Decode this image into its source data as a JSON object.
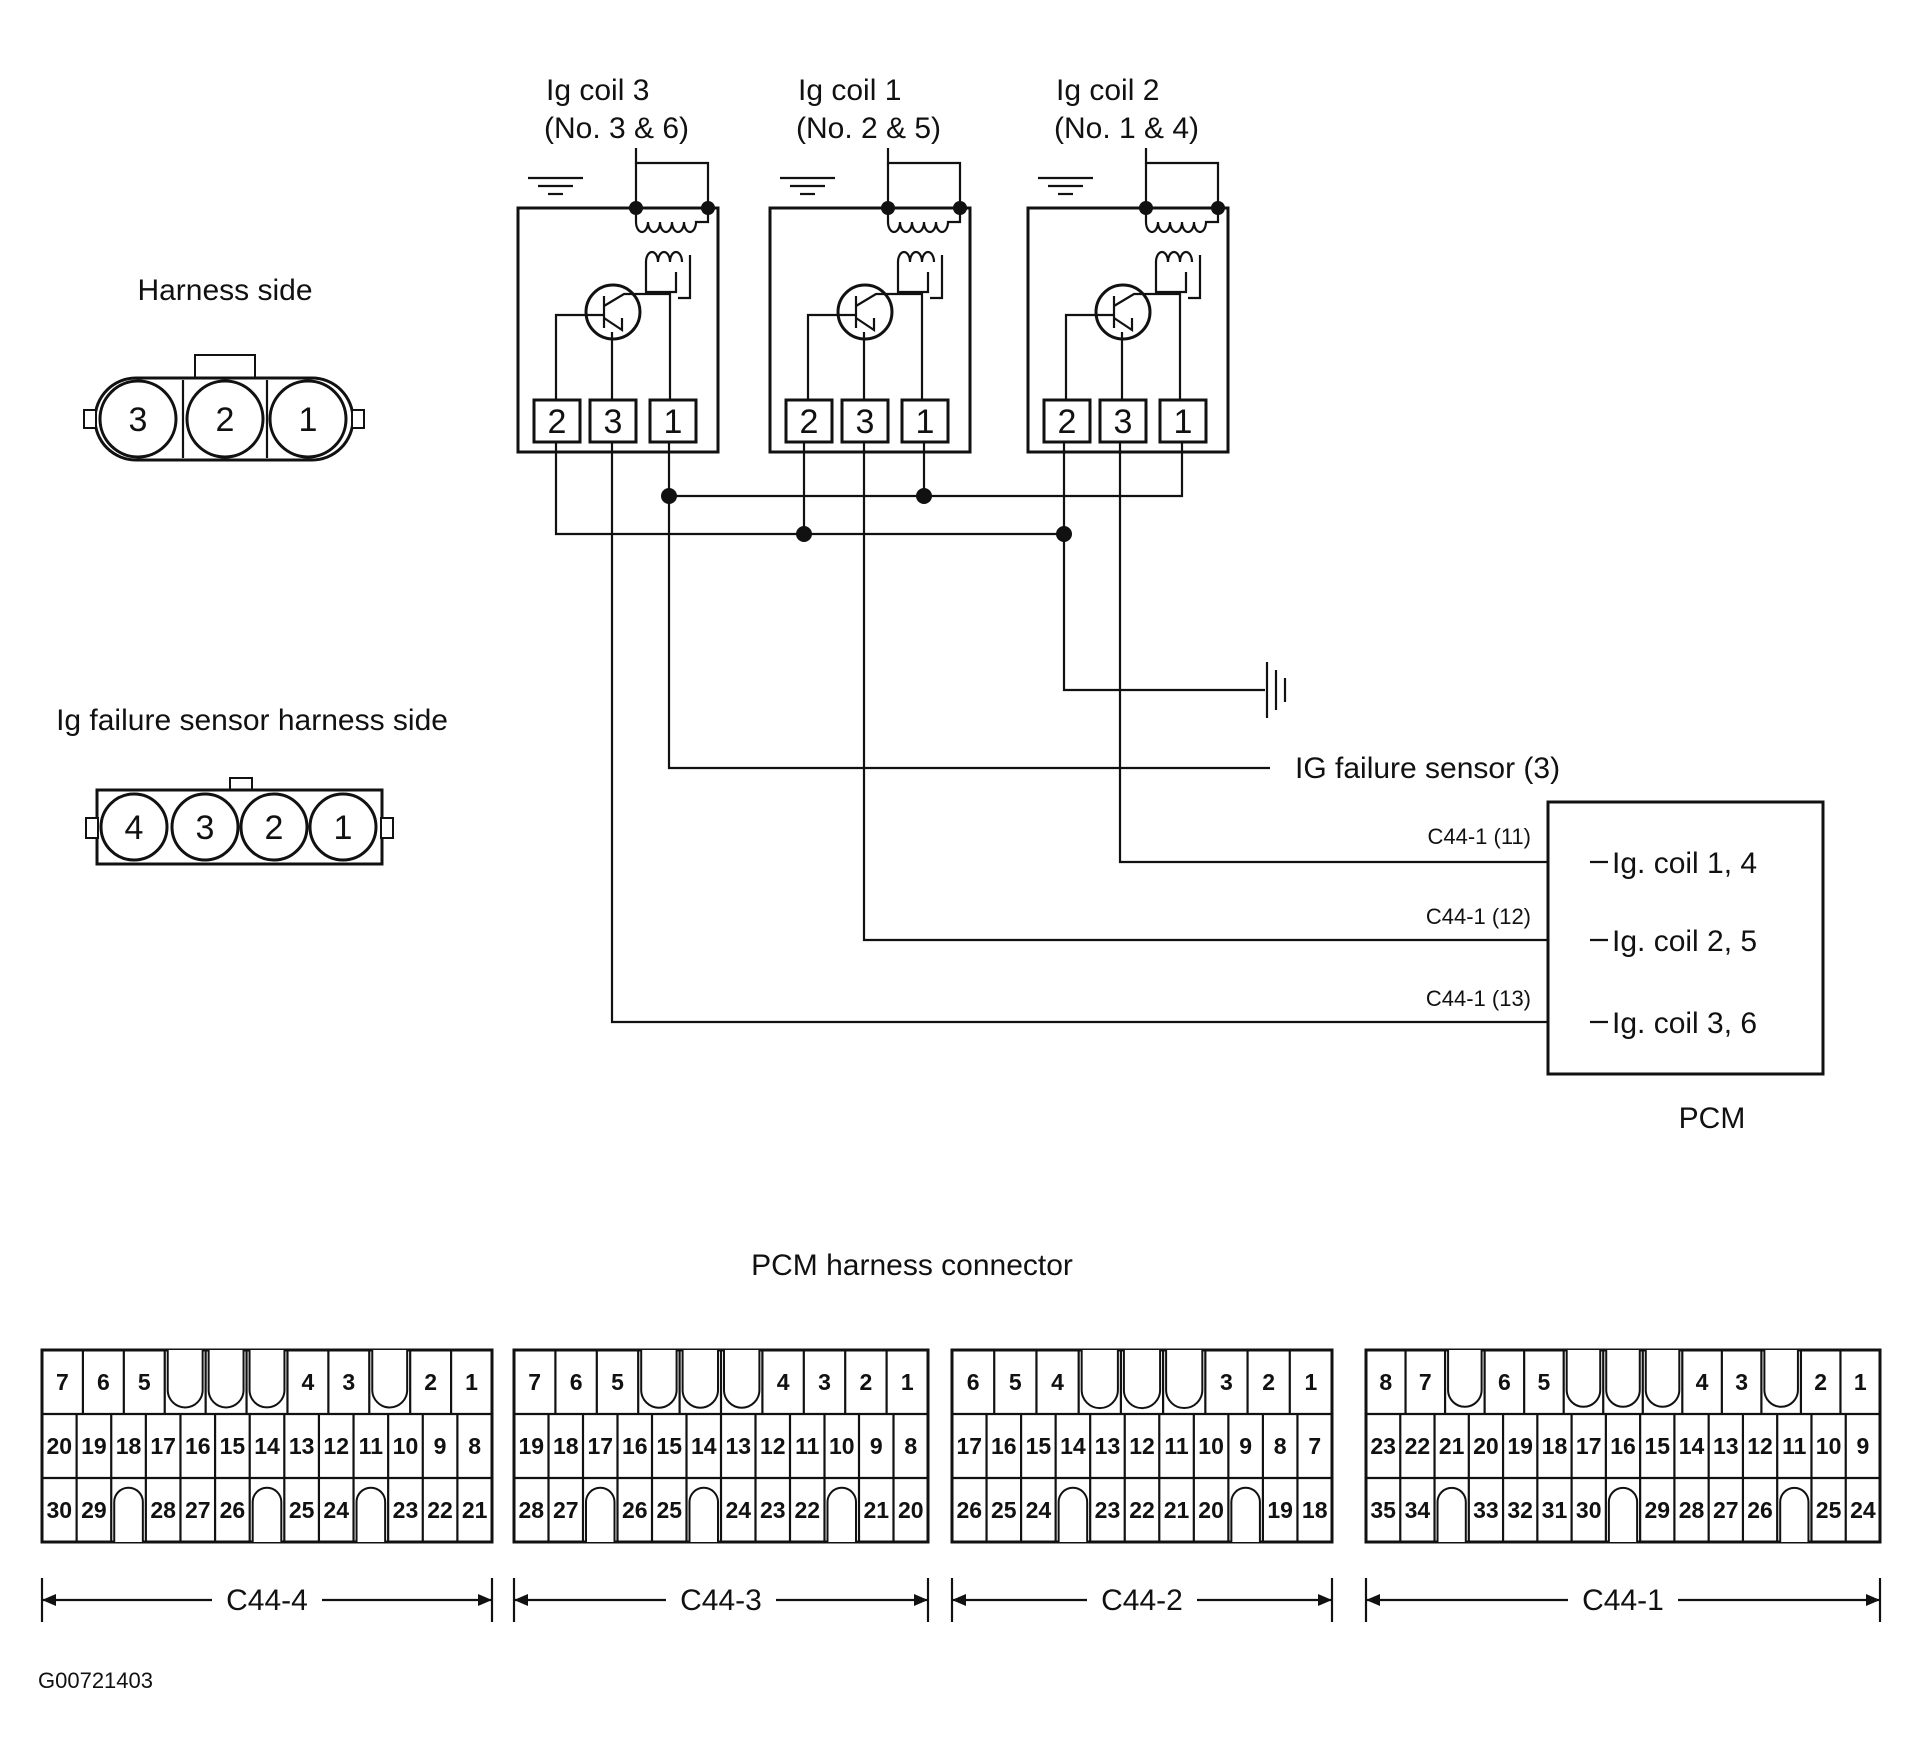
{
  "coils": [
    {
      "title": "Ig coil 3",
      "sub": "(No. 3 & 6)",
      "pins": [
        "2",
        "3",
        "1"
      ]
    },
    {
      "title": "Ig coil 1",
      "sub": "(No. 2 & 5)",
      "pins": [
        "2",
        "3",
        "1"
      ]
    },
    {
      "title": "Ig coil 2",
      "sub": "(No. 1 & 4)",
      "pins": [
        "2",
        "3",
        "1"
      ]
    }
  ],
  "harness_side": {
    "label": "Harness side",
    "pins": [
      "3",
      "2",
      "1"
    ]
  },
  "ig_sensor_side": {
    "label": "Ig failure sensor harness side",
    "pins": [
      "4",
      "3",
      "2",
      "1"
    ]
  },
  "ig_failure_sensor": "IG failure sensor (3)",
  "pcm": {
    "label": "PCM",
    "terminals": [
      {
        "pin": "C44-1 (11)",
        "name": "Ig. coil 1, 4"
      },
      {
        "pin": "C44-1 (12)",
        "name": "Ig. coil 2, 5"
      },
      {
        "pin": "C44-1 (13)",
        "name": "Ig. coil 3, 6"
      }
    ]
  },
  "pcm_connector": {
    "title": "PCM harness connector",
    "connectors": [
      {
        "name": "C44-4",
        "row1": [
          "7",
          "6",
          "5",
          "",
          "",
          "",
          "4",
          "3",
          "",
          "2",
          "1"
        ],
        "row2": [
          "20",
          "19",
          "18",
          "17",
          "16",
          "15",
          "14",
          "13",
          "12",
          "11",
          "10",
          "9",
          "8"
        ],
        "row3": [
          "30",
          "29",
          "",
          "28",
          "27",
          "26",
          "",
          "25",
          "24",
          "",
          "23",
          "22",
          "21"
        ]
      },
      {
        "name": "C44-3",
        "row1": [
          "7",
          "6",
          "5",
          "",
          "",
          "",
          "4",
          "3",
          "2",
          "1"
        ],
        "row2": [
          "19",
          "18",
          "17",
          "16",
          "15",
          "14",
          "13",
          "12",
          "11",
          "10",
          "9",
          "8"
        ],
        "row3": [
          "28",
          "27",
          "",
          "26",
          "25",
          "",
          "24",
          "23",
          "22",
          "",
          "21",
          "20"
        ]
      },
      {
        "name": "C44-2",
        "row1": [
          "6",
          "5",
          "4",
          "",
          "",
          "",
          "3",
          "2",
          "1"
        ],
        "row2": [
          "17",
          "16",
          "15",
          "14",
          "13",
          "12",
          "11",
          "10",
          "9",
          "8",
          "7"
        ],
        "row3": [
          "26",
          "25",
          "24",
          "",
          "23",
          "22",
          "21",
          "20",
          "",
          "19",
          "18"
        ]
      },
      {
        "name": "C44-1",
        "row1": [
          "8",
          "7",
          "",
          "6",
          "5",
          "",
          "",
          "",
          "4",
          "3",
          "",
          "2",
          "1"
        ],
        "row2": [
          "23",
          "22",
          "21",
          "20",
          "19",
          "18",
          "17",
          "16",
          "15",
          "14",
          "13",
          "12",
          "11",
          "10",
          "9"
        ],
        "row3": [
          "35",
          "34",
          "",
          "33",
          "32",
          "31",
          "30",
          "",
          "29",
          "28",
          "27",
          "26",
          "",
          "25",
          "24"
        ]
      }
    ]
  },
  "figure_id": "G00721403"
}
